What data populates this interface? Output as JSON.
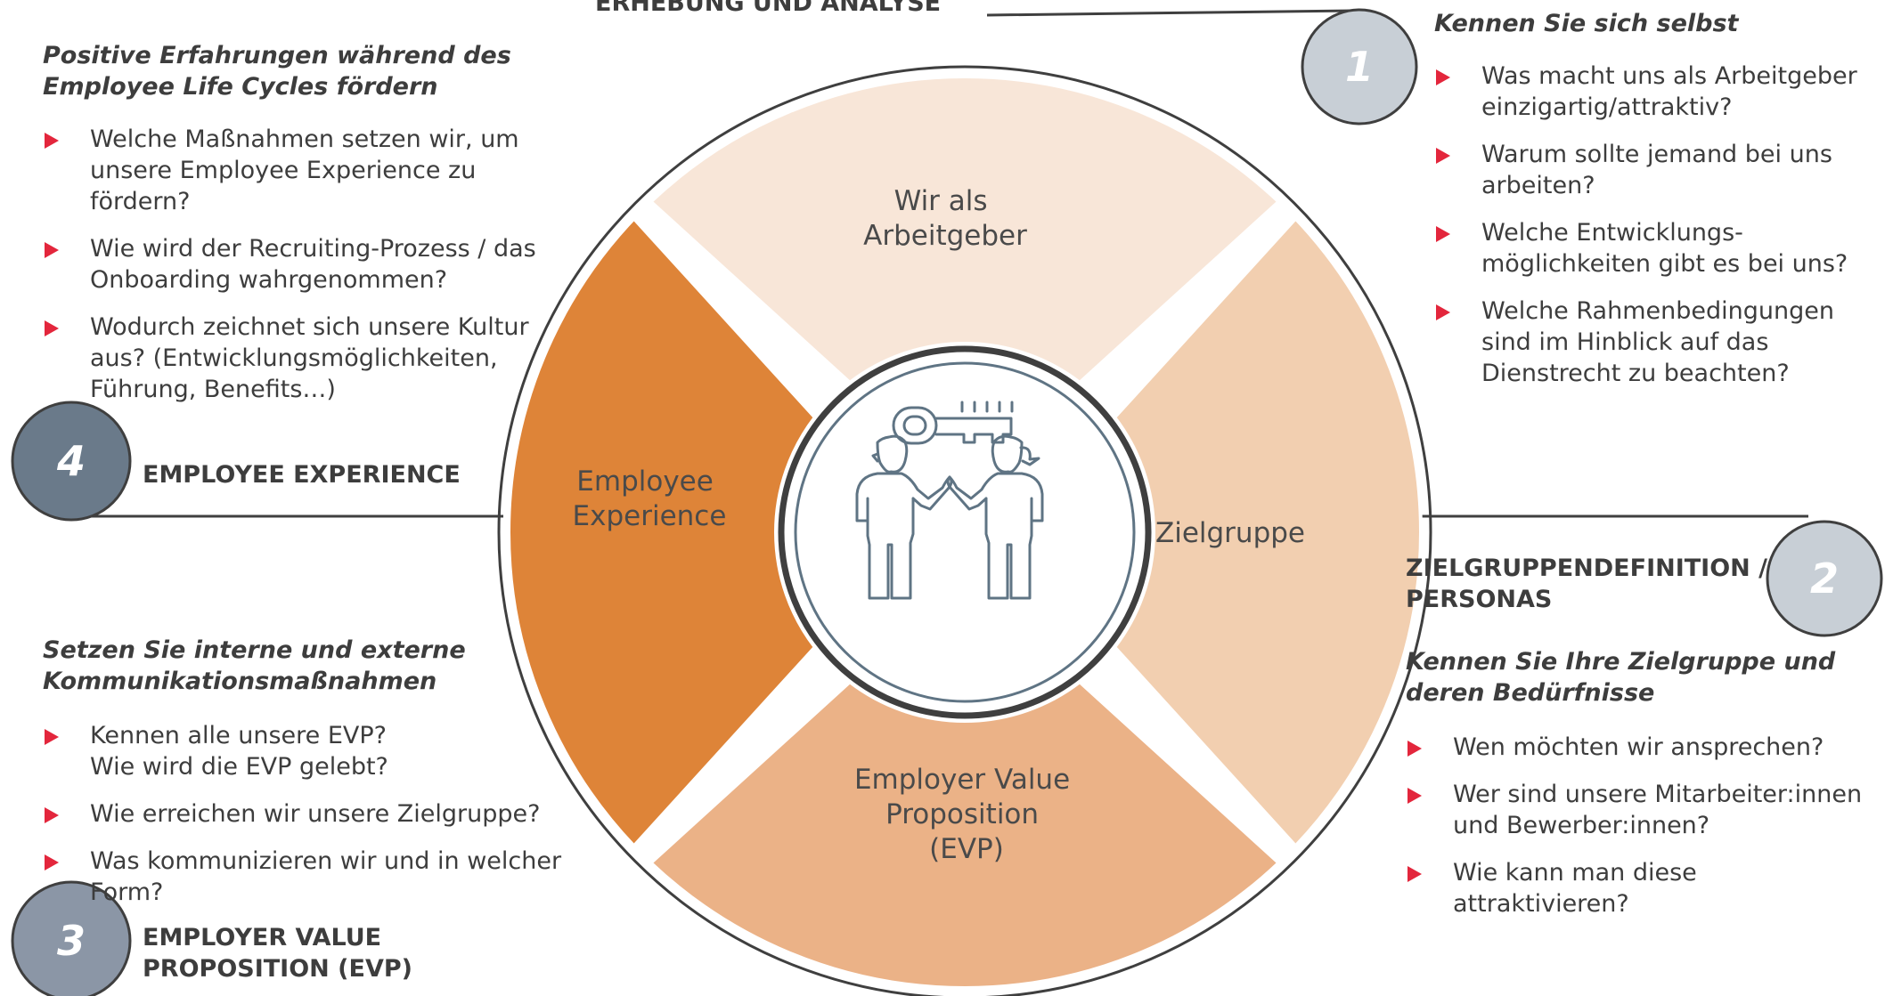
{
  "top": {
    "title": "ERHEBUNG UND ANALYSE"
  },
  "wheel": {
    "segments": [
      {
        "label": "Wir als\nArbeitgeber"
      },
      {
        "label": "Zielgruppe"
      },
      {
        "label": "Employer Value\nProposition\n(EVP)"
      },
      {
        "label": "Employee\nExperience"
      }
    ],
    "colors": {
      "top": "#f8e6d8",
      "right": "#f2cfb0",
      "bottom": "#ebb287",
      "left": "#de8438",
      "ring": "#3f3f3f"
    }
  },
  "badges": [
    "1",
    "2",
    "3",
    "4"
  ],
  "sections": {
    "s1": {
      "subtitle": "Kennen Sie sich selbst",
      "bullets": [
        "Was macht uns als Arbeitgeber einzigartig/attraktiv?",
        "Warum sollte jemand bei uns arbeiten?",
        "Welche Entwicklungs-möglichkeiten gibt es bei uns?",
        "Welche Rahmenbedingungen sind im Hinblick auf das Dienstrecht zu beachten?"
      ]
    },
    "s2": {
      "title": "ZIELGRUPPENDEFINITION / PERSONAS",
      "subtitle": "Kennen Sie Ihre Zielgruppe und deren Bedürfnisse",
      "bullets": [
        "Wen möchten wir ansprechen?",
        "Wer sind unsere Mitarbeiter:innen und Bewerber:innen?",
        "Wie kann man diese attraktivieren?"
      ]
    },
    "s3": {
      "title": "EMPLOYER VALUE PROPOSITION (EVP)",
      "subtitle": "Setzen Sie interne und externe Kommunikationsmaßnahmen",
      "bullets": [
        "Kennen alle unsere EVP? Wie wird die EVP gelebt?",
        "Wie erreichen wir unsere Zielgruppe?",
        "Was kommunizieren wir und in welcher Form?"
      ]
    },
    "s4": {
      "title": "EMPLOYEE EXPERIENCE",
      "subtitle": "Positive Erfahrungen während des Employee Life Cycles fördern",
      "bullets": [
        "Welche Maßnahmen setzen wir, um unsere Employee Experience zu fördern?",
        "Wie wird der Recruiting-Prozess / das Onboarding wahrgenommen?",
        "Wodurch zeichnet sich unsere Kultur aus? (Entwicklungsmöglichkeiten, Führung, Benefits…)"
      ]
    }
  }
}
